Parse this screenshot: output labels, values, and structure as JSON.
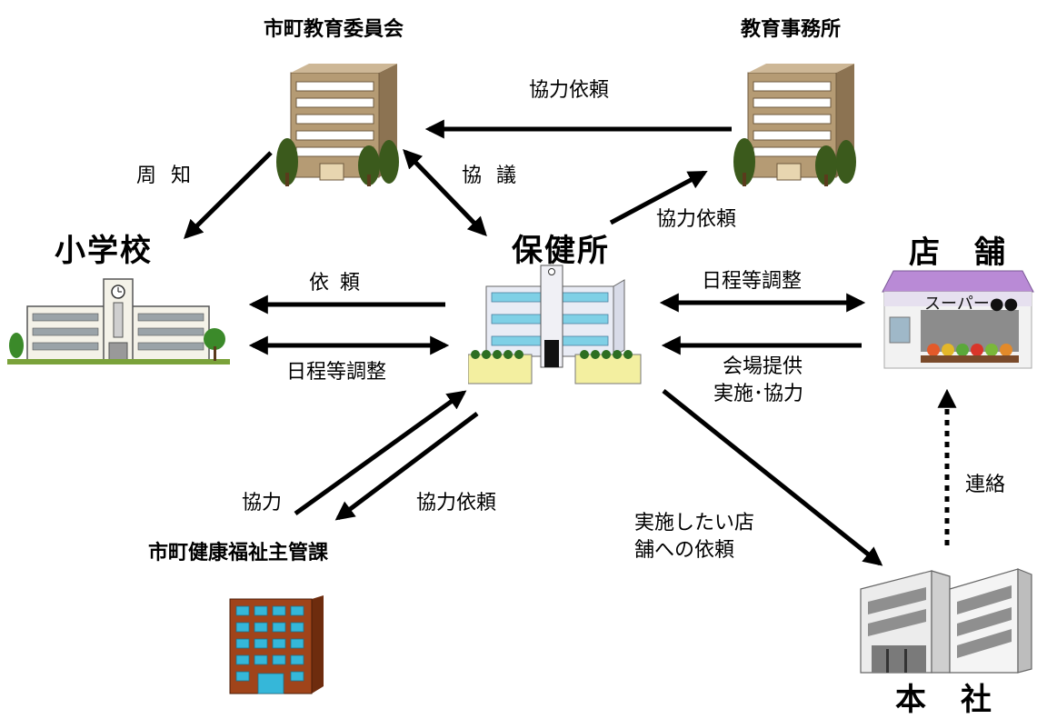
{
  "nodes": {
    "city_board": "市町教育委員会",
    "edu_office": "教育事務所",
    "school": "小学校",
    "health_center": "保健所",
    "store": "店　舗",
    "welfare_dept": "市町健康福祉主管課",
    "head_office": "本　社"
  },
  "store_sign": "スーパー●●",
  "edges": {
    "office_to_board": "協力依頼",
    "board_to_school": "周知",
    "board_health": "協議",
    "health_to_office": "協力依頼",
    "health_to_school": "依頼",
    "school_health": "日程等調整",
    "health_store": "日程等調整",
    "store_to_health_line1": "会場提供",
    "store_to_health_line2": "実施･協力",
    "welfare_to_health": "協力",
    "health_to_welfare": "協力依頼",
    "health_to_head_line1": "実施したい店",
    "health_to_head_line2": "舗への依頼",
    "head_to_store": "連絡"
  },
  "colors": {
    "arrow": "#000000",
    "office_building": "#b59b74",
    "office_building_side": "#8c7352",
    "school_wall": "#f4f2e8",
    "store_roof": "#b98ad6",
    "welfare_building": "#a0441a",
    "welfare_window": "#35b7d9",
    "tree": "#3b5a1c"
  }
}
